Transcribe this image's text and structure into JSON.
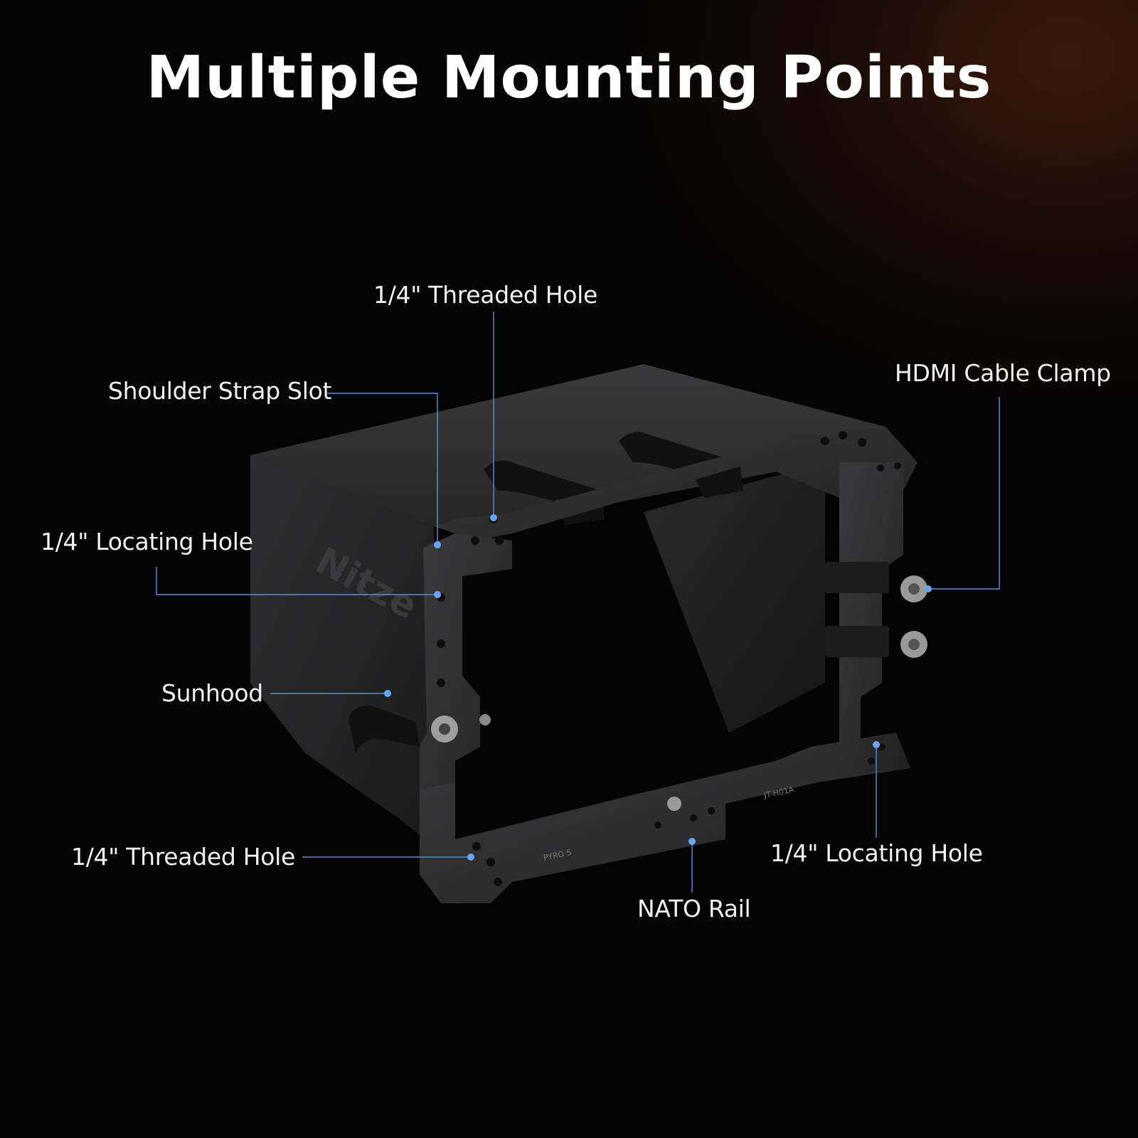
{
  "title": "Multiple Mounting Points",
  "callouts": [
    {
      "id": "threaded-top",
      "label": "1/4\" Threaded Hole"
    },
    {
      "id": "shoulder-strap",
      "label": "Shoulder Strap Slot"
    },
    {
      "id": "hdmi-clamp",
      "label": "HDMI Cable Clamp"
    },
    {
      "id": "locating-left",
      "label": "1/4\" Locating Hole"
    },
    {
      "id": "sunhood",
      "label": "Sunhood"
    },
    {
      "id": "threaded-bottom",
      "label": "1/4\" Threaded Hole"
    },
    {
      "id": "locating-right",
      "label": "1/4\" Locating Hole"
    },
    {
      "id": "nato-rail",
      "label": "NATO Rail"
    }
  ],
  "product_markings": {
    "brand": "Nitze",
    "model_left": "PYRO 5",
    "model_right": "JT-H01A"
  },
  "colors": {
    "background": "#050404",
    "accent_glow": "#3a1a0c",
    "leader_line": "#5a8fd6",
    "marker_dot": "#6aa6f0",
    "text": "#f2f2f2"
  }
}
